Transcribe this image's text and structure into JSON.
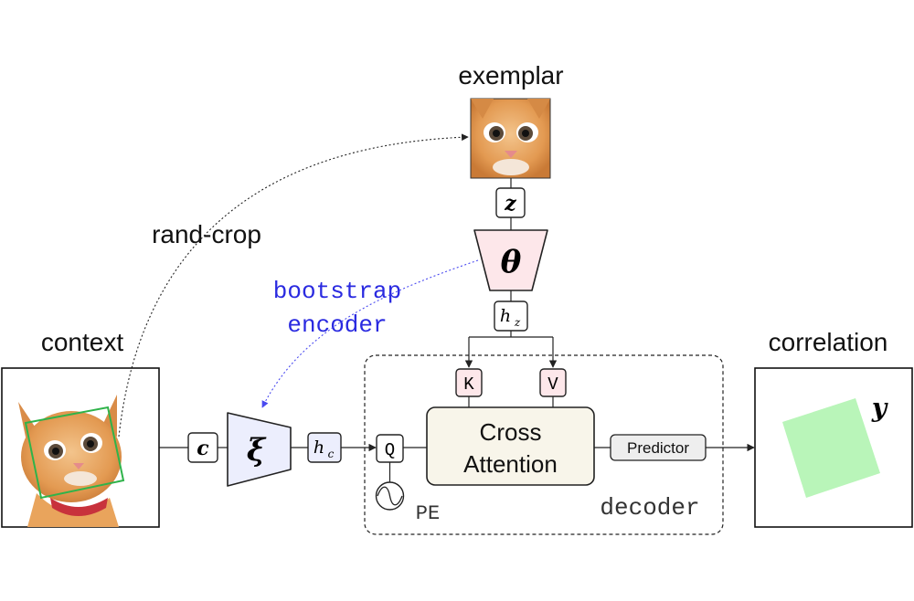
{
  "labels": {
    "exemplar": "exemplar",
    "context": "context",
    "correlation": "correlation",
    "rand_crop": "rand-crop",
    "bootstrap_line1": "bootstrap",
    "bootstrap_line2": "encoder",
    "decoder": "decoder"
  },
  "nodes": {
    "z": "z",
    "theta": "θ",
    "hz_base": "h",
    "hz_sub": "z",
    "K": "K",
    "V": "V",
    "c": "c",
    "xi": "ξ",
    "hc_base": "h",
    "hc_sub": "c",
    "Q": "Q",
    "PE": "PE",
    "cross_attention_line1": "Cross",
    "cross_attention_line2": "Attention",
    "predictor": "Predictor",
    "y": "y"
  },
  "colors": {
    "theta_fill": "#fde7ea",
    "xi_fill": "#eceefd",
    "kv_fill": "#fde7ea",
    "hc_fill": "#eceefd",
    "cross_attention_fill": "#f8f5ea",
    "predictor_fill": "#eeeeee",
    "bootstrap_text": "#2a2ae0",
    "bootstrap_arrow": "#4a4af0",
    "crop_box": "#2fb34a",
    "correlation_patch": "#b9f5b9",
    "cat_fur": "#e9a45c",
    "collar": "#c8323c"
  }
}
